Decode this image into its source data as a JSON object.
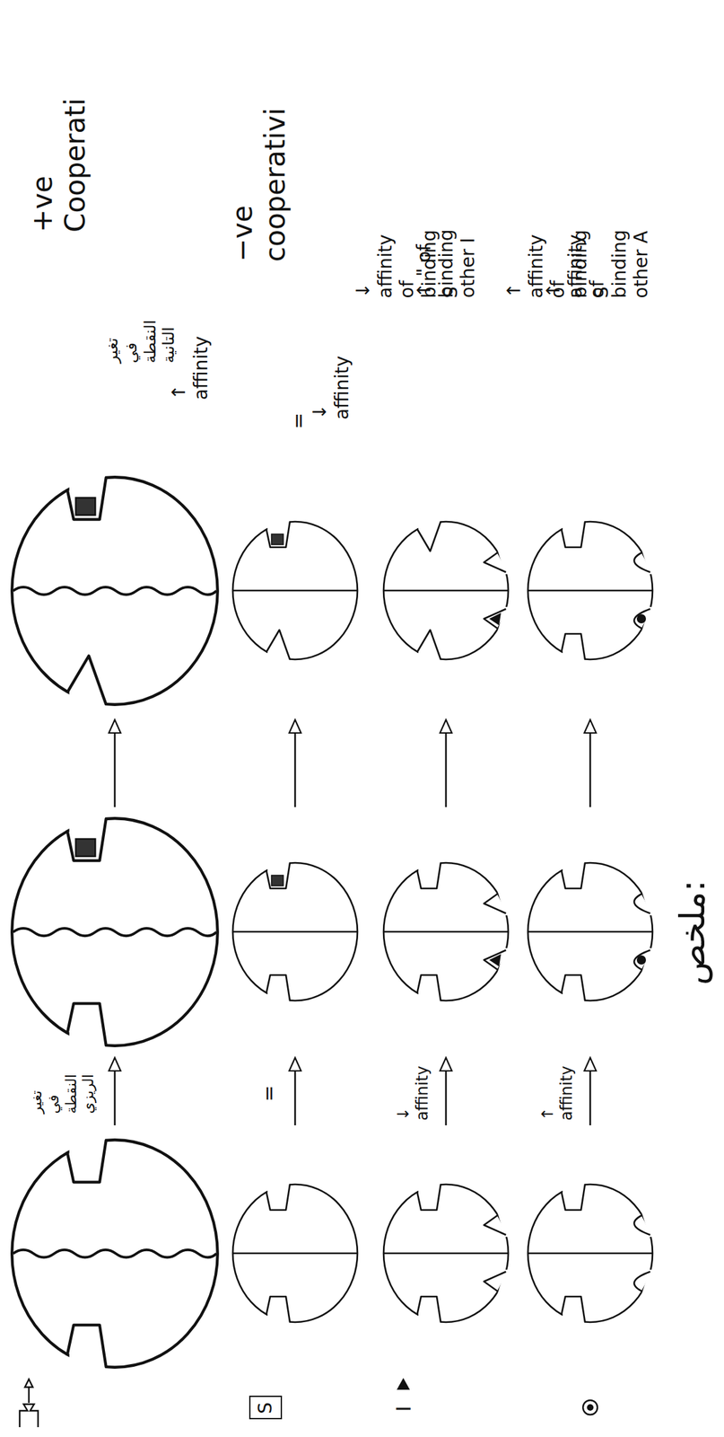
{
  "diagram": {
    "title": "ملخص:",
    "nodes": [
      {
        "text": [
          "S"
        ]
      }
    ],
    "labels": [
      "تغير في النقطة الريزي",
      "تغير في النقطة التانية",
      "↑ affinity",
      "+ve Cooperati",
      "=",
      "=",
      "↓ affinity",
      "−ve cooperativi",
      "↓ affinity",
      "↓ affinity of binding S",
      "↑ \" of binding other I",
      "↑ affinity",
      "↑ affinity of binding S",
      "↑ affinity of binding other A",
      "I"
    ]
  }
}
